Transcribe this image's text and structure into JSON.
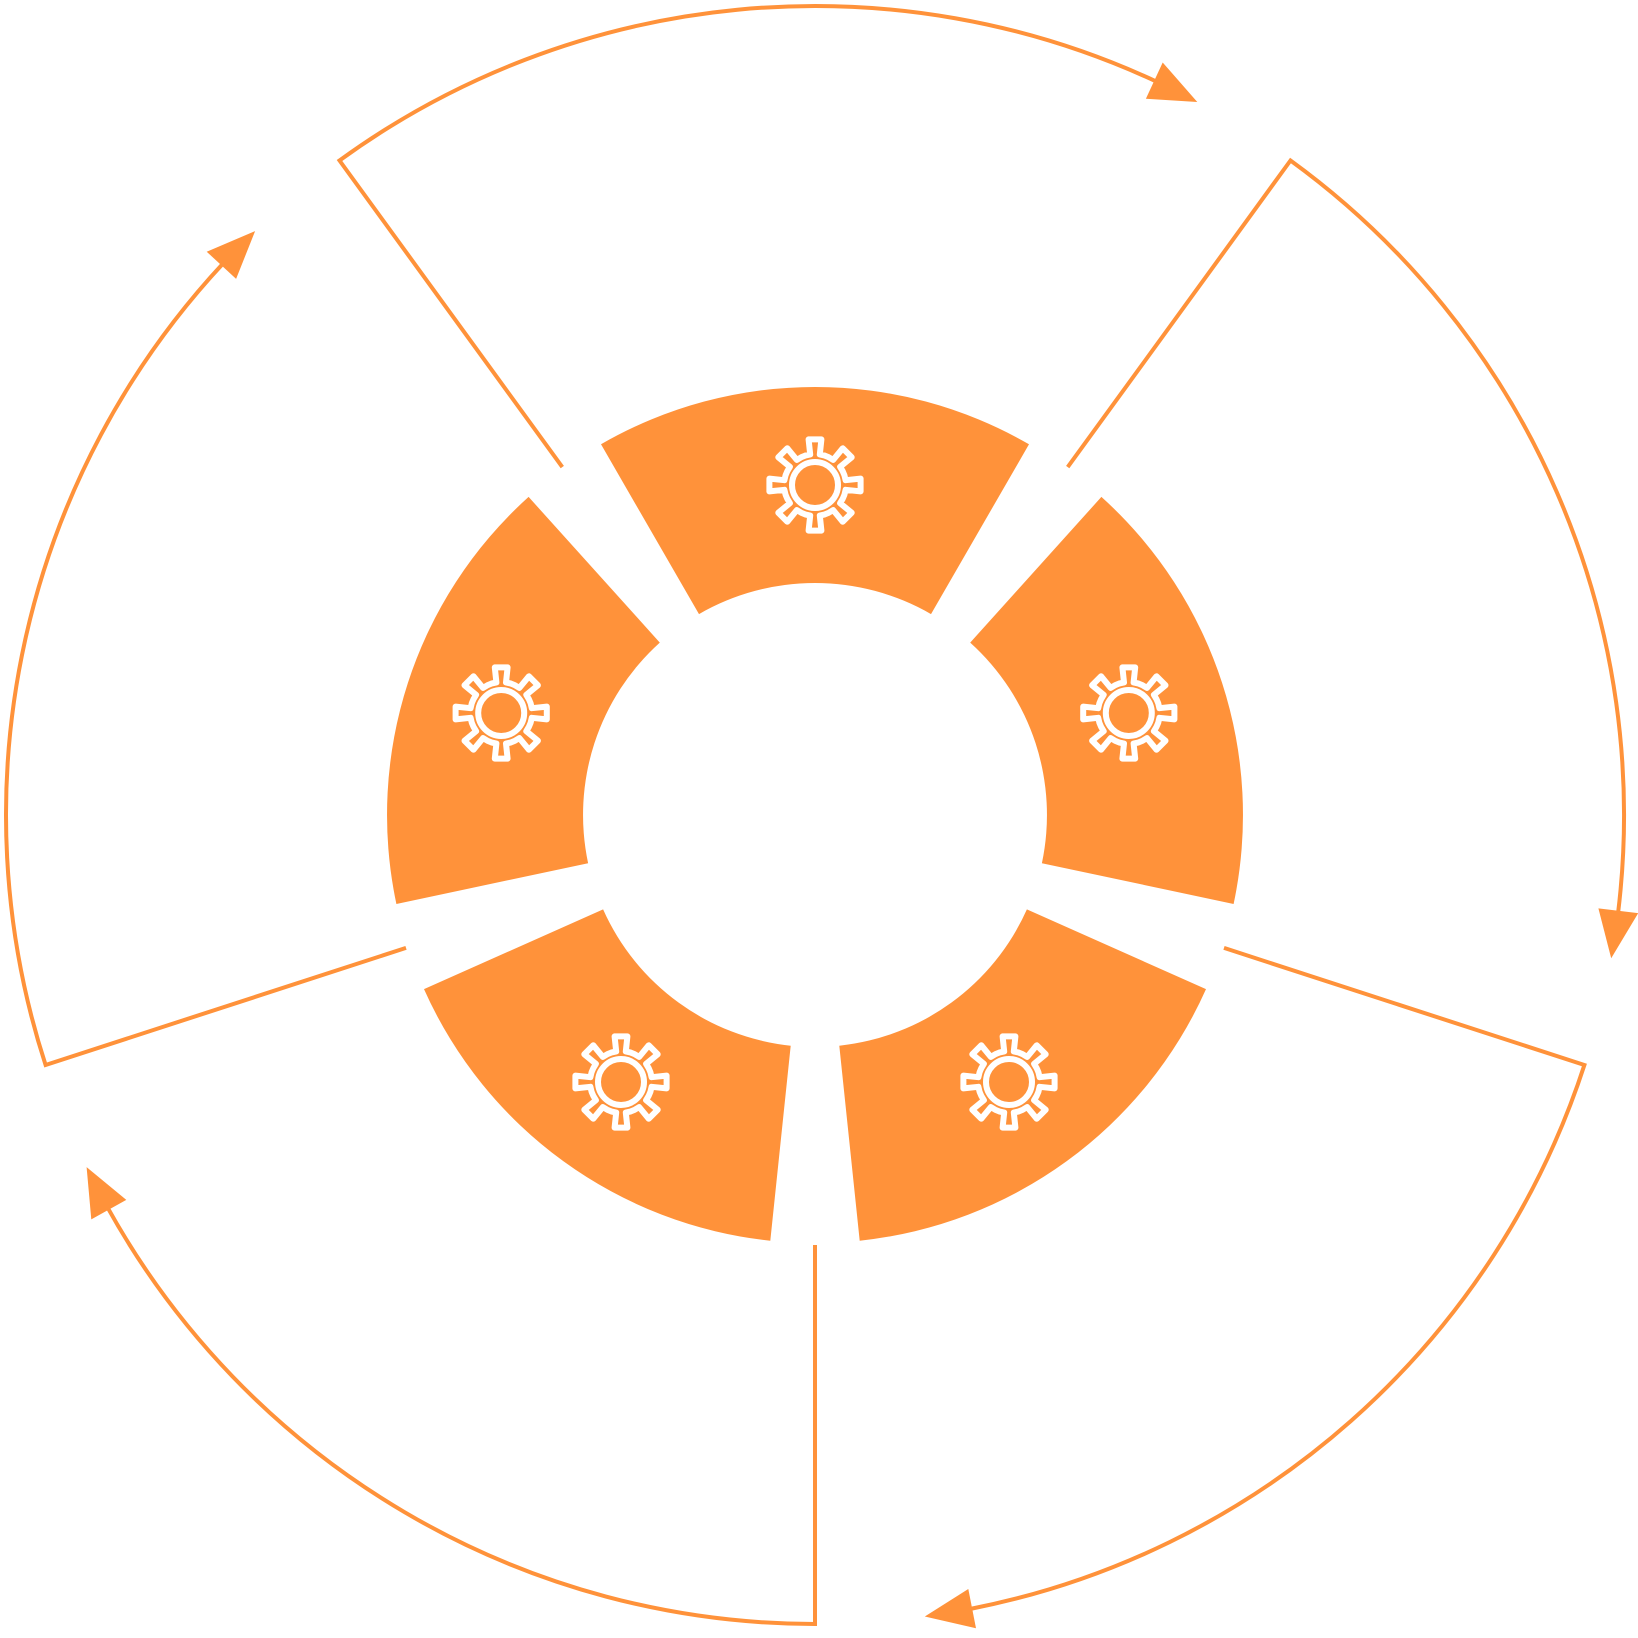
{
  "diagram": {
    "type": "cycle",
    "accent_color": "#FF923A",
    "icon_color": "#FFFFFF",
    "background": "#FFFFFF",
    "segments": [
      {
        "id": "top",
        "icon": "gear-icon"
      },
      {
        "id": "right",
        "icon": "gear-icon"
      },
      {
        "id": "bottom-right",
        "icon": "gear-icon"
      },
      {
        "id": "bottom-left",
        "icon": "gear-icon"
      },
      {
        "id": "left",
        "icon": "gear-icon"
      }
    ],
    "arrows": [
      {
        "from": "top",
        "direction": "clockwise"
      },
      {
        "from": "right",
        "direction": "clockwise"
      },
      {
        "from": "bottom-right",
        "direction": "clockwise"
      },
      {
        "from": "bottom-left",
        "direction": "clockwise"
      },
      {
        "from": "left",
        "direction": "clockwise"
      }
    ]
  }
}
